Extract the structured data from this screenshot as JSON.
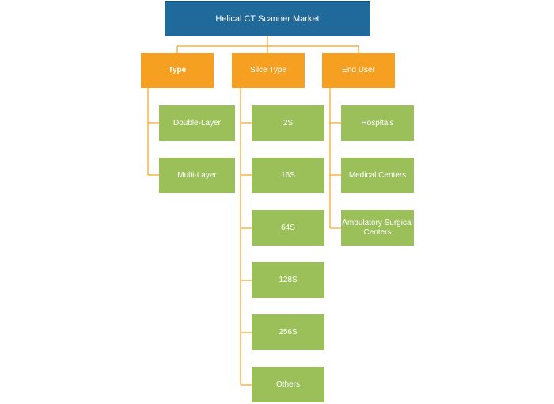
{
  "root": {
    "label": "Helical CT Scanner Market"
  },
  "categories": [
    {
      "label": "Type",
      "items": [
        "Double-Layer",
        "Multi-Layer"
      ]
    },
    {
      "label": "Slice Type",
      "items": [
        "2S",
        "16S",
        "64S",
        "128S",
        "256S",
        "Others"
      ]
    },
    {
      "label": "End User",
      "items": [
        "Hospitals",
        "Medical Centers",
        "Ambulatory Surgical Centers"
      ]
    }
  ],
  "colors": {
    "root": "#1f6a9a",
    "category": "#f5a021",
    "leaf": "#9bbf59",
    "connector": "#f5a021"
  }
}
